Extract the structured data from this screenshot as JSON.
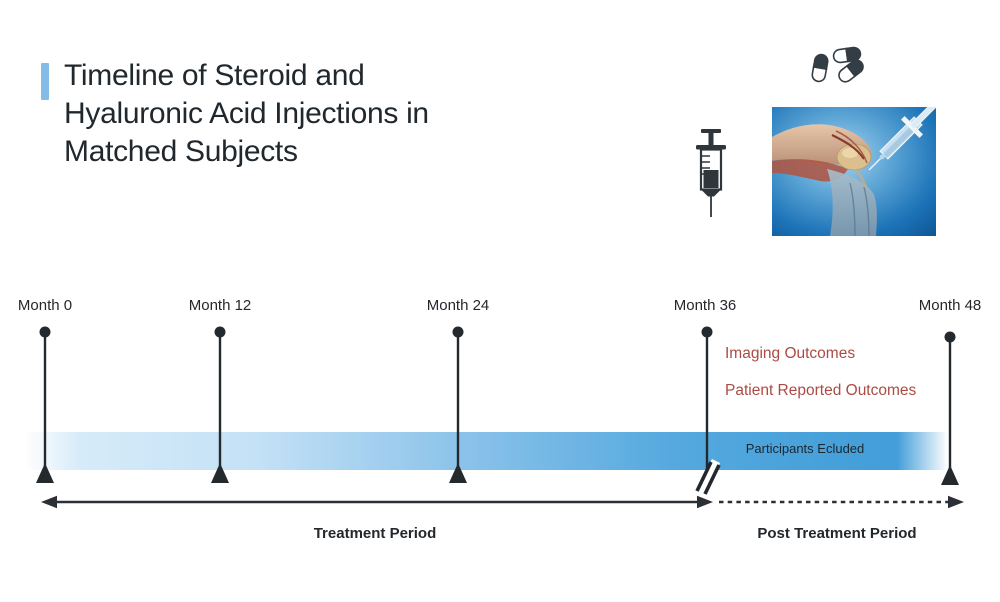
{
  "title": {
    "text": "Timeline of Steroid and Hyaluronic Acid Injections in Matched Subjects",
    "lines": [
      "Timeline of Steroid and",
      "Hyaluronic Acid Injections in",
      "Matched Subjects"
    ],
    "accent_color": "#85bce6"
  },
  "header_graphics": {
    "pills_icon": "three-capsule-pills",
    "syringe_icon": "vertical-syringe",
    "knee_image": "knee-joint-injection-illustration"
  },
  "timeline": {
    "months": [
      {
        "label": "Month 0"
      },
      {
        "label": "Month 12"
      },
      {
        "label": "Month 24"
      },
      {
        "label": "Month 36"
      },
      {
        "label": "Month 48"
      }
    ],
    "annotations": {
      "imaging": "Imaging Outcomes",
      "patient_reported": "Patient Reported Outcomes",
      "participants": "Participants Ecluded"
    },
    "periods": {
      "treatment": "Treatment Period",
      "post_treatment": "Post Treatment Period"
    },
    "colors": {
      "bar_light": "#d6ebf9",
      "bar_mid": "#8cc3ea",
      "bar_deep": "#449ed9",
      "marker": "#24292e",
      "annotation_red": "#ac4a43",
      "arrow": "#2b3036"
    }
  }
}
